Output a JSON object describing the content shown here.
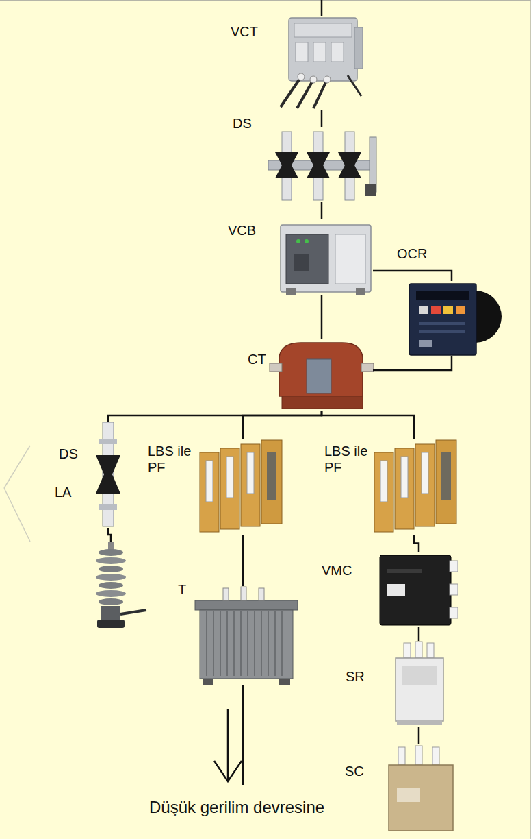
{
  "diagram": {
    "nodes": [
      {
        "text": [
          "VCT"
        ]
      },
      {
        "text": [
          "DS"
        ]
      },
      {
        "text": [
          "VCB"
        ]
      },
      {
        "text": [
          "OCR"
        ]
      },
      {
        "text": [
          "CT"
        ]
      },
      {
        "text": [
          "DS"
        ]
      },
      {
        "text": [
          "LBS ile PF"
        ]
      },
      {
        "text": [
          "LBS ile PF"
        ]
      },
      {
        "text": [
          "LA"
        ]
      },
      {
        "text": [
          "T"
        ]
      },
      {
        "text": [
          "VMC"
        ]
      },
      {
        "text": [
          "SR"
        ]
      },
      {
        "text": [
          "SC"
        ]
      }
    ],
    "edges": [
      {
        "from": 0,
        "to": 1,
        "arrow": "none"
      },
      {
        "from": 1,
        "to": 2,
        "arrow": "none"
      },
      {
        "from": 2,
        "to": 4,
        "arrow": "none"
      },
      {
        "from": 2,
        "to": 3,
        "arrow": "none"
      },
      {
        "from": 3,
        "to": 4,
        "arrow": "none"
      },
      {
        "from": 4,
        "to": 5,
        "arrow": "none"
      },
      {
        "from": 4,
        "to": 6,
        "arrow": "none"
      },
      {
        "from": 4,
        "to": 7,
        "arrow": "none"
      },
      {
        "from": 5,
        "to": 8,
        "arrow": "none"
      },
      {
        "from": 6,
        "to": 9,
        "arrow": "none"
      },
      {
        "from": 7,
        "to": 10,
        "arrow": "none"
      },
      {
        "from": 10,
        "to": 11,
        "arrow": "none"
      },
      {
        "from": 11,
        "to": 12,
        "arrow": "none"
      }
    ],
    "labels": [
      "Düşük gerilim devresine"
    ]
  }
}
